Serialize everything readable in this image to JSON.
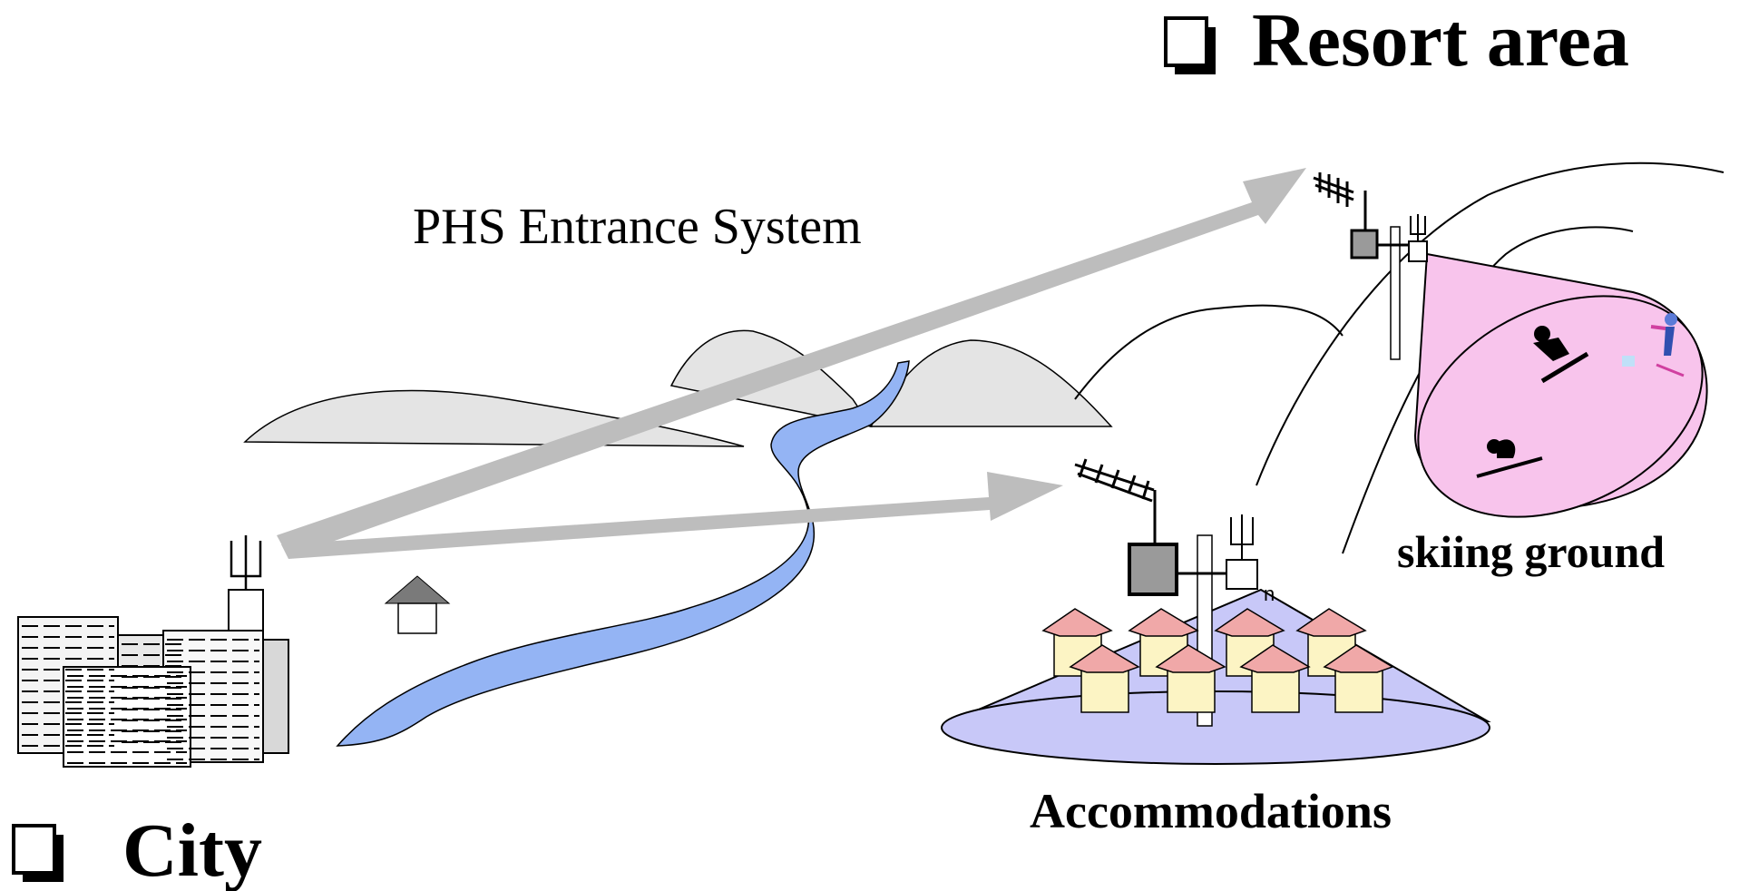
{
  "labels": {
    "resort_area": "Resort area",
    "city": "City",
    "system": "PHS Entrance System",
    "skiing": "skiing ground",
    "accommodations": "Accommodations",
    "n_marker": "n"
  },
  "colors": {
    "arrow": "#bdbdbd",
    "mountain": "#e4e4e4",
    "river": "#94b4f4",
    "coverage_ski": "#f8c4ec",
    "coverage_village": "#c8c8f8",
    "house_roof": "#f0a8a8",
    "house_wall": "#fcf4c4",
    "box_dark": "#9a9a9a"
  },
  "icons": [
    "checkbox-icon",
    "antenna-icon",
    "skier-icon",
    "building-icon",
    "house-icon"
  ]
}
